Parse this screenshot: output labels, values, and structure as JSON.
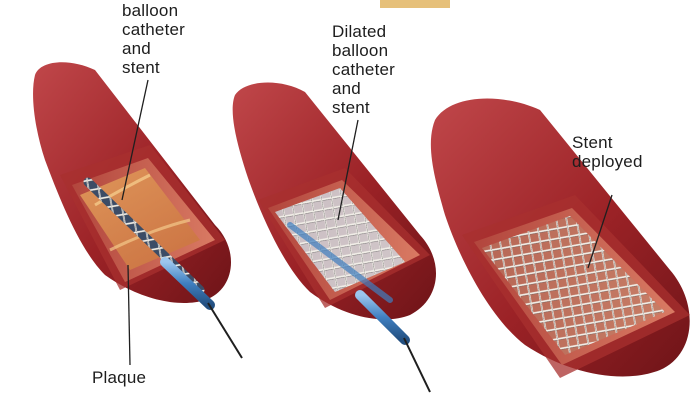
{
  "labels": {
    "balloon_catheter_and_stent": [
      "balloon",
      "catheter",
      "and",
      "stent"
    ],
    "dilated_balloon_catheter_and_stent": [
      "Dilated",
      "balloon",
      "catheter",
      "and",
      "stent"
    ],
    "stent_deployed": [
      "Stent",
      "deployed"
    ],
    "plaque": "Plaque"
  },
  "colors": {
    "artery_wall": "#9b2226",
    "artery_inner": "#c75a4a",
    "plaque": "#d98a4e",
    "stent_mesh": "#e8e4dc",
    "catheter": "#3f7fc0",
    "guide_wire": "#1f1f1f",
    "top_band": "#e6c07a"
  },
  "icons": [
    "artery-segment",
    "catheter",
    "stent-mesh",
    "leader-line"
  ]
}
